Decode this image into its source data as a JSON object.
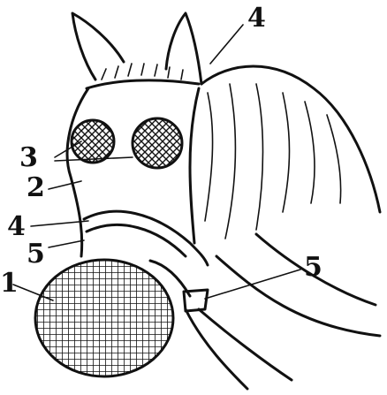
{
  "labels": {
    "label_1": "1",
    "label_2": "2",
    "label_3": "3",
    "label_4_left": "4",
    "label_4_top": "4",
    "label_5_left": "5",
    "label_5_right": "5"
  }
}
